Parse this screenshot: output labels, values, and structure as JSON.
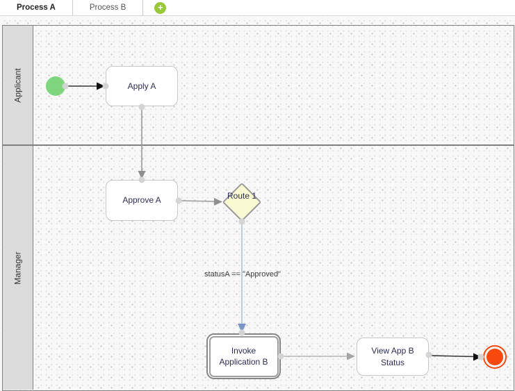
{
  "header": {
    "tabs": [
      {
        "label": "Process A",
        "active": true
      },
      {
        "label": "Process B",
        "active": false
      }
    ],
    "add_tab_icon": "+"
  },
  "lanes": [
    {
      "label": "Applicant"
    },
    {
      "label": "Manager"
    }
  ],
  "diagram": {
    "nodes": {
      "start_event": {
        "type": "start-event",
        "lane": "Applicant"
      },
      "apply": {
        "label": "Apply A",
        "type": "task",
        "lane": "Applicant"
      },
      "approve": {
        "label": "Approve A",
        "type": "task",
        "lane": "Manager"
      },
      "route": {
        "label": "Route 1",
        "type": "gateway",
        "lane": "Manager"
      },
      "invoke": {
        "label": "Invoke Application B",
        "type": "subprocess",
        "lane": "Manager"
      },
      "view": {
        "label": "View App B Status",
        "type": "task",
        "lane": "Manager"
      },
      "end_event": {
        "type": "end-event",
        "lane": "Manager"
      }
    },
    "edges": [
      {
        "from": "start_event",
        "to": "apply"
      },
      {
        "from": "apply",
        "to": "approve"
      },
      {
        "from": "approve",
        "to": "route"
      },
      {
        "from": "route",
        "to": "invoke",
        "label": "statusA == \"Approved\""
      },
      {
        "from": "invoke",
        "to": "view"
      },
      {
        "from": "view",
        "to": "end_event"
      }
    ],
    "condition_label": "statusA == \"Approved\""
  },
  "colors": {
    "start_event_fill": "#7fd67f",
    "end_event_fill": "#f8490e",
    "gateway_fill": "#fafad2",
    "add_button": "#97ca3b",
    "condition_edge": "#a9c2e2",
    "lane_header_fill": "#dcdcdc"
  }
}
